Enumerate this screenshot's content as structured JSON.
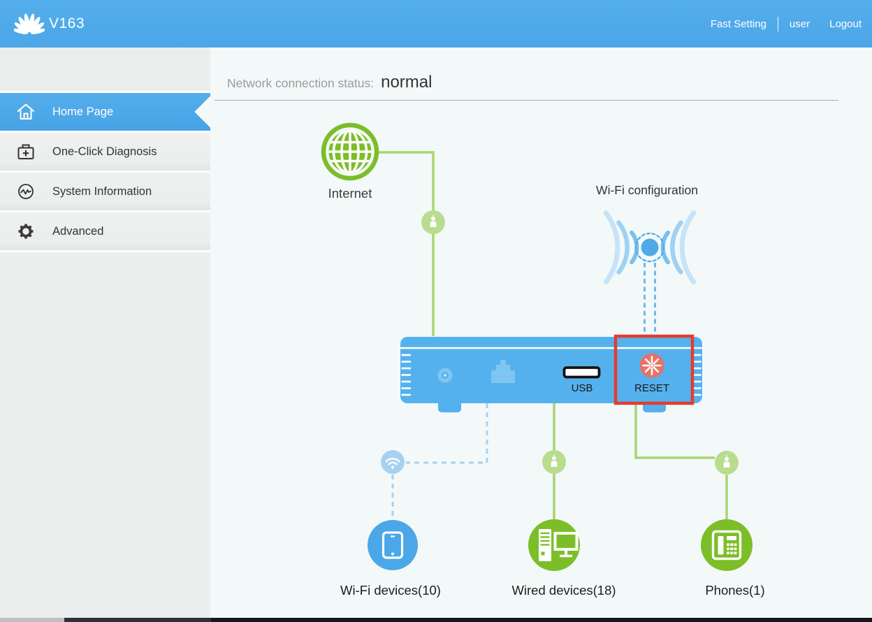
{
  "header": {
    "brand": "V163",
    "fast_setting_label": "Fast Setting",
    "username": "user",
    "logout_label": "Logout"
  },
  "sidebar": {
    "items": [
      {
        "label": "Home Page",
        "selected": true
      },
      {
        "label": "One-Click Diagnosis",
        "selected": false
      },
      {
        "label": "System Information",
        "selected": false
      },
      {
        "label": "Advanced",
        "selected": false
      }
    ]
  },
  "status": {
    "label": "Network connection status:",
    "value": "normal"
  },
  "diagram": {
    "internet_label": "Internet",
    "wifi_config_label": "Wi-Fi configuration",
    "usb_label": "USB",
    "reset_label": "RESET",
    "wifi_devices_label": "Wi-Fi devices(10)",
    "wired_devices_label": "Wired devices(18)",
    "phones_label": "Phones(1)"
  },
  "colors": {
    "header_blue": "#4BA6E8",
    "selected_item_blue": "#4CA8E8",
    "router_blue": "#55B1ED",
    "port_light_blue": "#7EC5F2",
    "green_icon": "#7CBE28",
    "green_line": "#A9D56F",
    "light_green_badge": "#B9DC8F",
    "dashed_blue": "#A7D1F0",
    "antenna_blue": "#4FA9E7",
    "device_circle_blue": "#4BA7E8",
    "reset_coral": "#E87166",
    "highlight_red": "#E23C30",
    "content_bg": "#F3F9F9",
    "sidebar_bg": "#ECEEEE"
  }
}
